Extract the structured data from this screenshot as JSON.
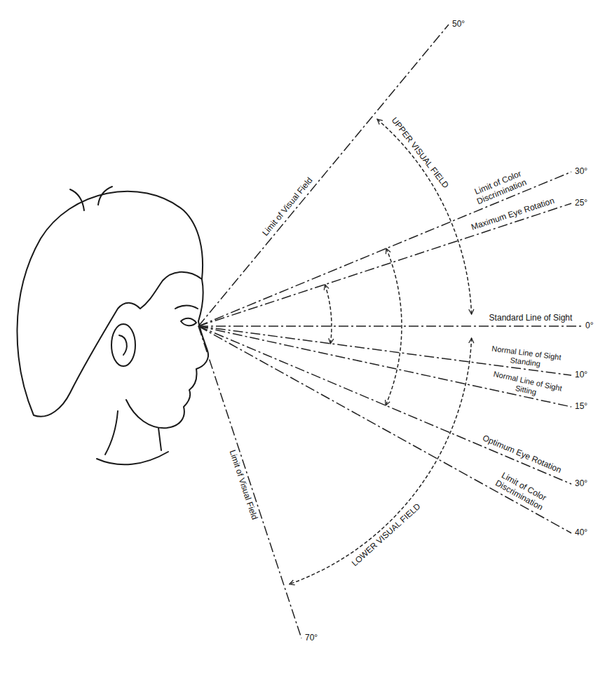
{
  "diagram": {
    "labels": [
      "Limit of Visual Field",
      "50°",
      "Limit of Color Discrimination",
      "30°",
      "Maximum Eye Rotation",
      "25°",
      "Standard Line of Sight",
      "0°",
      "Normal Line of Sight Standing",
      "10°",
      "Normal Line of Sight Sitting",
      "15°",
      "Optimum Eye Rotation",
      "30°",
      "Limit of Color Discrimination",
      "40°",
      "Limit of Visual Field",
      "70°",
      "UPPER VISUAL FIELD",
      "LOWER VISUAL FIELD"
    ]
  }
}
